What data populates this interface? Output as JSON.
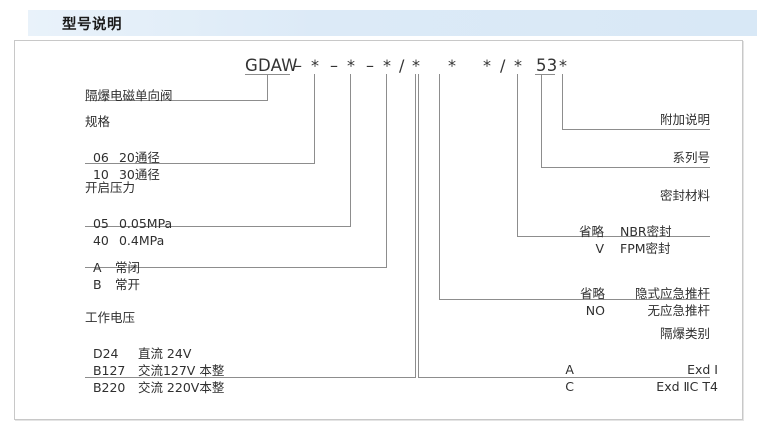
{
  "header": {
    "title": "型号说明"
  },
  "model_code": {
    "tokens": [
      "GDAW",
      "–",
      "*",
      "–",
      "*",
      "–",
      "*",
      "/",
      "*",
      "*",
      "*",
      "/",
      "*",
      "53",
      "*"
    ],
    "display": "GDAW– * – * – * / *   *   * / * 53 *"
  },
  "left_groups": [
    {
      "name": "product-name",
      "title": "隔爆电磁单向阀",
      "rows": []
    },
    {
      "name": "specification",
      "title": "规格",
      "rows": [
        {
          "code": "06",
          "desc": "20通径"
        },
        {
          "code": "10",
          "desc": "30通径"
        }
      ]
    },
    {
      "name": "opening-pressure",
      "title": "开启压力",
      "rows": [
        {
          "code": "05",
          "desc": "0.05MPa"
        },
        {
          "code": "40",
          "desc": "0.4MPa"
        }
      ]
    },
    {
      "name": "valve-state",
      "title": "",
      "rows": [
        {
          "code": "A",
          "desc": "常闭"
        },
        {
          "code": "B",
          "desc": "常开"
        }
      ]
    },
    {
      "name": "working-voltage",
      "title": "工作电压",
      "rows": [
        {
          "code": "D24",
          "desc": "直流 24V"
        },
        {
          "code": "B127",
          "desc": "交流127V 本整"
        },
        {
          "code": "B220",
          "desc": "交流 220V本整"
        }
      ]
    }
  ],
  "right_groups": [
    {
      "name": "additional-description",
      "title": "附加说明",
      "rows": []
    },
    {
      "name": "series-number",
      "title": "系列号",
      "rows": []
    },
    {
      "name": "seal-material",
      "title": "密封材料",
      "rows": [
        {
          "code": "省略",
          "desc": "NBR密封"
        },
        {
          "code": "V",
          "desc": "FPM密封"
        }
      ]
    },
    {
      "name": "emergency-push-rod",
      "title": "",
      "rows": [
        {
          "code": "省略",
          "desc": "隐式应急推杆"
        },
        {
          "code": "NO",
          "desc": "无应急推杆"
        }
      ]
    },
    {
      "name": "explosion-proof-class",
      "title": "隔爆类别",
      "rows": [
        {
          "code": "A",
          "desc": "Exd Ⅰ"
        },
        {
          "code": "C",
          "desc": "Exd ⅡC T4"
        }
      ]
    }
  ],
  "colors": {
    "header_bg": "#dceaf7",
    "frame_border": "#c8c8c8",
    "line": "#8d8d8d",
    "text": "#2f2f2f"
  }
}
